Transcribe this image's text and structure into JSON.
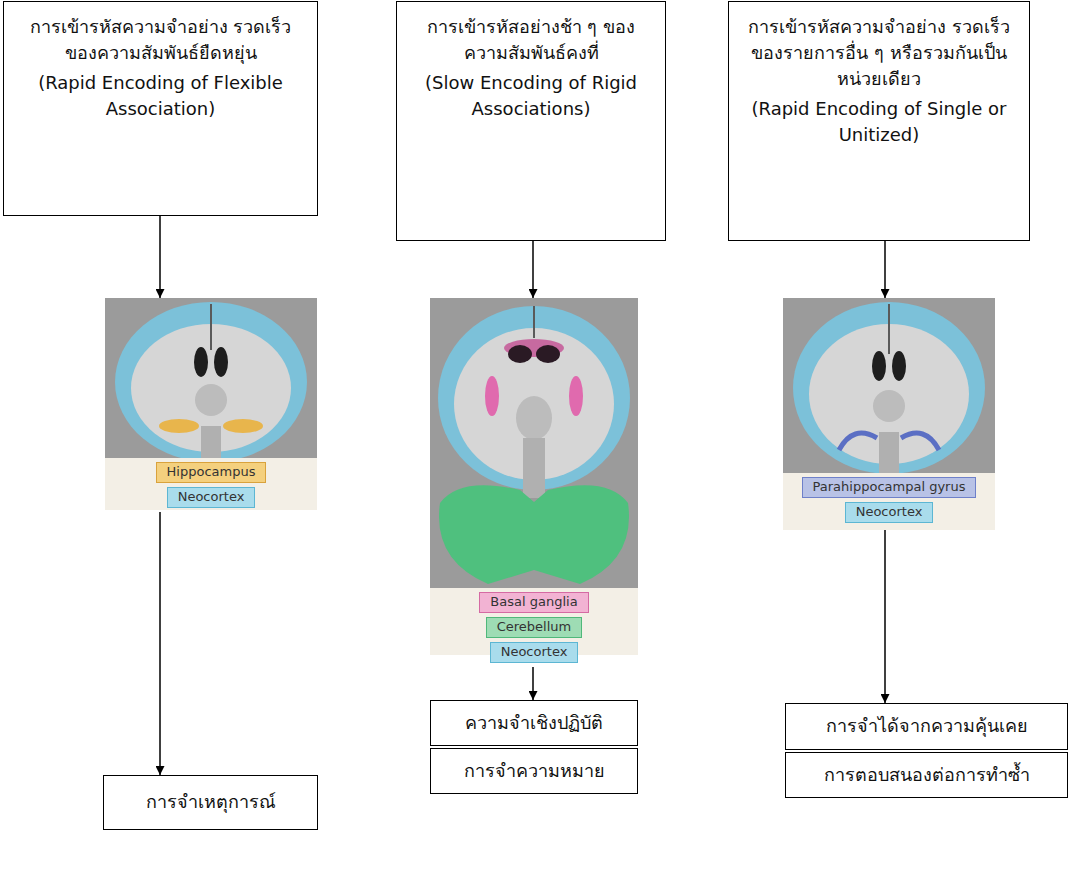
{
  "diagram": {
    "nodes": [
      {
        "text": [
          "การเข้ารหัสความจำอย่าง รวดเร็วของความสัมพันธ์ยืดหยุ่น",
          "(Rapid Encoding of Flexible Association)"
        ]
      },
      {
        "text": [
          "การเข้ารหัสอย่างช้า ๆ ของความสัมพันธ์คงที่",
          "(Slow Encoding of Rigid Associations)"
        ]
      },
      {
        "text": [
          "การเข้ารหัสความจำอย่าง รวดเร็วของรายการอื่น ๆ หรือรวมกันเป็นหน่วยเดียว",
          "(Rapid Encoding of Single or Unitized)"
        ]
      },
      {
        "text": [
          "Hippocampus",
          "Neocortex"
        ]
      },
      {
        "text": [
          "Basal ganglia",
          "Cerebellum",
          "Neocortex"
        ]
      },
      {
        "text": [
          "Parahippocampal gyrus",
          "Neocortex"
        ]
      },
      {
        "text": [
          "การจำเหตุการณ์"
        ]
      },
      {
        "text": [
          "ความจำเชิงปฏิบัติ"
        ]
      },
      {
        "text": [
          "การจำความหมาย"
        ]
      },
      {
        "text": [
          "การจำได้จากความคุ้นเคย"
        ]
      },
      {
        "text": [
          "การตอบสนองต่อการทำซ้ำ"
        ]
      }
    ],
    "edges": [
      {
        "from": 0,
        "to": 3,
        "arrow": "to"
      },
      {
        "from": 1,
        "to": 4,
        "arrow": "to"
      },
      {
        "from": 2,
        "to": 5,
        "arrow": "to"
      },
      {
        "from": 3,
        "to": 6,
        "arrow": "to"
      },
      {
        "from": 4,
        "to": 7,
        "arrow": "to"
      },
      {
        "from": 5,
        "to": 9,
        "arrow": "to"
      }
    ]
  }
}
